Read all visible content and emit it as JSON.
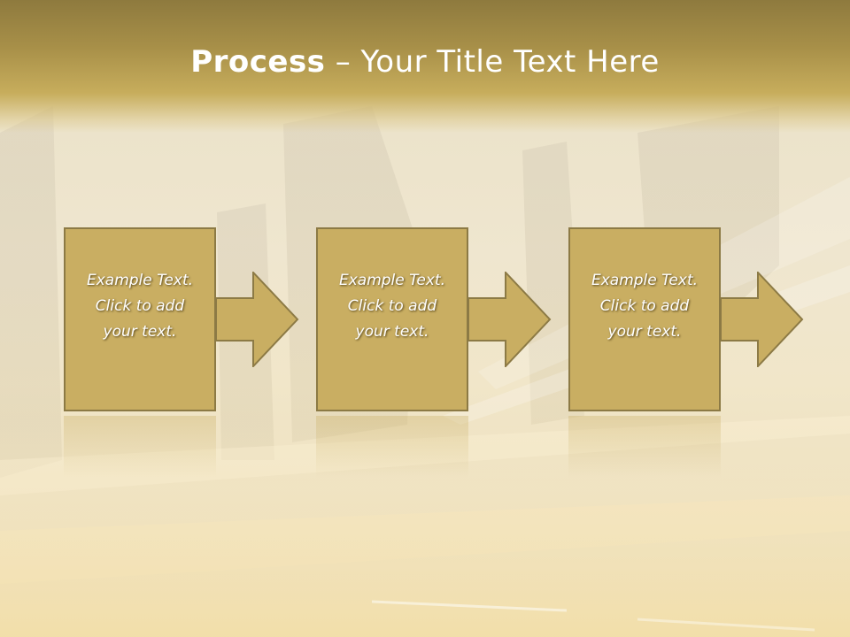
{
  "title": {
    "bold_part": "Process",
    "rest": " – Your Title Text Here"
  },
  "steps": [
    {
      "text": "Example Text.\nClick  to add\nyour text."
    },
    {
      "text": "Example Text.\nClick  to add\nyour text."
    },
    {
      "text": "Example Text.\nClick  to add\nyour text."
    }
  ],
  "colors": {
    "box_fill": "#c9ae62",
    "box_border": "#8c7a45",
    "title_band": "#a78f48"
  }
}
